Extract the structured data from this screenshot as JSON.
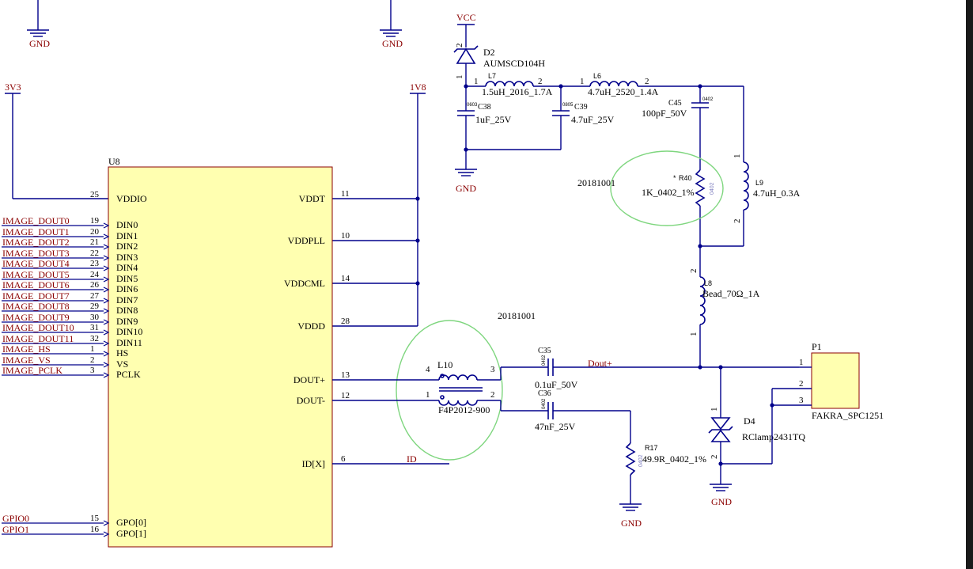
{
  "nets": {
    "gnd": "GND",
    "vcc": "VCC",
    "v3v3": "3V3",
    "v1v8": "1V8",
    "dout_plus": "Dout+",
    "id": "ID"
  },
  "u8": {
    "designator": "U8",
    "left_pins": [
      {
        "net": "",
        "num": "25",
        "name": "VDDIO"
      },
      {
        "net": "IMAGE_DOUT0",
        "num": "19",
        "name": "DIN0"
      },
      {
        "net": "IMAGE_DOUT1",
        "num": "20",
        "name": "DIN1"
      },
      {
        "net": "IMAGE_DOUT2",
        "num": "21",
        "name": "DIN2"
      },
      {
        "net": "IMAGE_DOUT3",
        "num": "22",
        "name": "DIN3"
      },
      {
        "net": "IMAGE_DOUT4",
        "num": "23",
        "name": "DIN4"
      },
      {
        "net": "IMAGE_DOUT5",
        "num": "24",
        "name": "DIN5"
      },
      {
        "net": "IMAGE_DOUT6",
        "num": "26",
        "name": "DIN6"
      },
      {
        "net": "IMAGE_DOUT7",
        "num": "27",
        "name": "DIN7"
      },
      {
        "net": "IMAGE_DOUT8",
        "num": "29",
        "name": "DIN8"
      },
      {
        "net": "IMAGE_DOUT9",
        "num": "30",
        "name": "DIN9"
      },
      {
        "net": "IMAGE_DOUT10",
        "num": "31",
        "name": "DIN10"
      },
      {
        "net": "IMAGE_DOUT11",
        "num": "32",
        "name": "DIN11"
      },
      {
        "net": "IMAGE_HS",
        "num": "1",
        "name": "HS"
      },
      {
        "net": "IMAGE_VS",
        "num": "2",
        "name": "VS"
      },
      {
        "net": "IMAGE_PCLK",
        "num": "3",
        "name": "PCLK"
      },
      {
        "net": "GPIO0",
        "num": "15",
        "name": "GPO[0]"
      },
      {
        "net": "GPIO1",
        "num": "16",
        "name": "GPO[1]"
      }
    ],
    "right_pins": [
      {
        "num": "11",
        "name": "VDDT"
      },
      {
        "num": "10",
        "name": "VDDPLL"
      },
      {
        "num": "14",
        "name": "VDDCML"
      },
      {
        "num": "28",
        "name": "VDDD"
      },
      {
        "num": "13",
        "name": "DOUT+"
      },
      {
        "num": "12",
        "name": "DOUT-"
      },
      {
        "num": "6",
        "name": "ID[X]"
      }
    ]
  },
  "components": {
    "d2": {
      "des": "D2",
      "val": "AUMSCD104H",
      "p1": "1",
      "p2": "2"
    },
    "l7": {
      "des": "L7",
      "val": "1.5uH_2016_1.7A",
      "p1": "1",
      "p2": "2"
    },
    "l6": {
      "des": "L6",
      "val": "4.7uH_2520_1.4A",
      "p1": "1",
      "p2": "2"
    },
    "c38": {
      "des": "C38",
      "val": "1uF_25V",
      "pkg": "0603"
    },
    "c39": {
      "des": "C39",
      "val": "4.7uF_25V",
      "pkg": "0805"
    },
    "c45": {
      "des": "C45",
      "val": "100pF_50V",
      "pkg": "0402"
    },
    "r40": {
      "des": "R40",
      "star": "*",
      "val": "1K_0402_1%",
      "pkg": "0402"
    },
    "l9": {
      "des": "L9",
      "val": "4.7uH_0.3A",
      "p1": "1",
      "p2": "2"
    },
    "l8": {
      "des": "L8",
      "val": "Bead_70Ω_1A",
      "p1": "1",
      "p2": "2"
    },
    "l10": {
      "des": "L10",
      "val": "F4P2012-900",
      "p4": "4",
      "p3": "3",
      "p1": "1",
      "p2": "2"
    },
    "c35": {
      "des": "C35",
      "val": "0.1uF_50V",
      "pkg": "0402"
    },
    "c36": {
      "des": "C36",
      "val": "47nF_25V",
      "pkg": "0402"
    },
    "r17": {
      "des": "R17",
      "val": "49.9R_0402_1%",
      "pkg": "0402"
    },
    "d4": {
      "des": "D4",
      "val": "RClamp2431TQ",
      "p1": "1",
      "p2": "2"
    },
    "p1": {
      "des": "P1",
      "val": "FAKRA_SPC1251",
      "p1": "1",
      "p2": "2",
      "p3": "3"
    }
  },
  "notes": {
    "date1": "20181001",
    "date2": "20181001"
  }
}
